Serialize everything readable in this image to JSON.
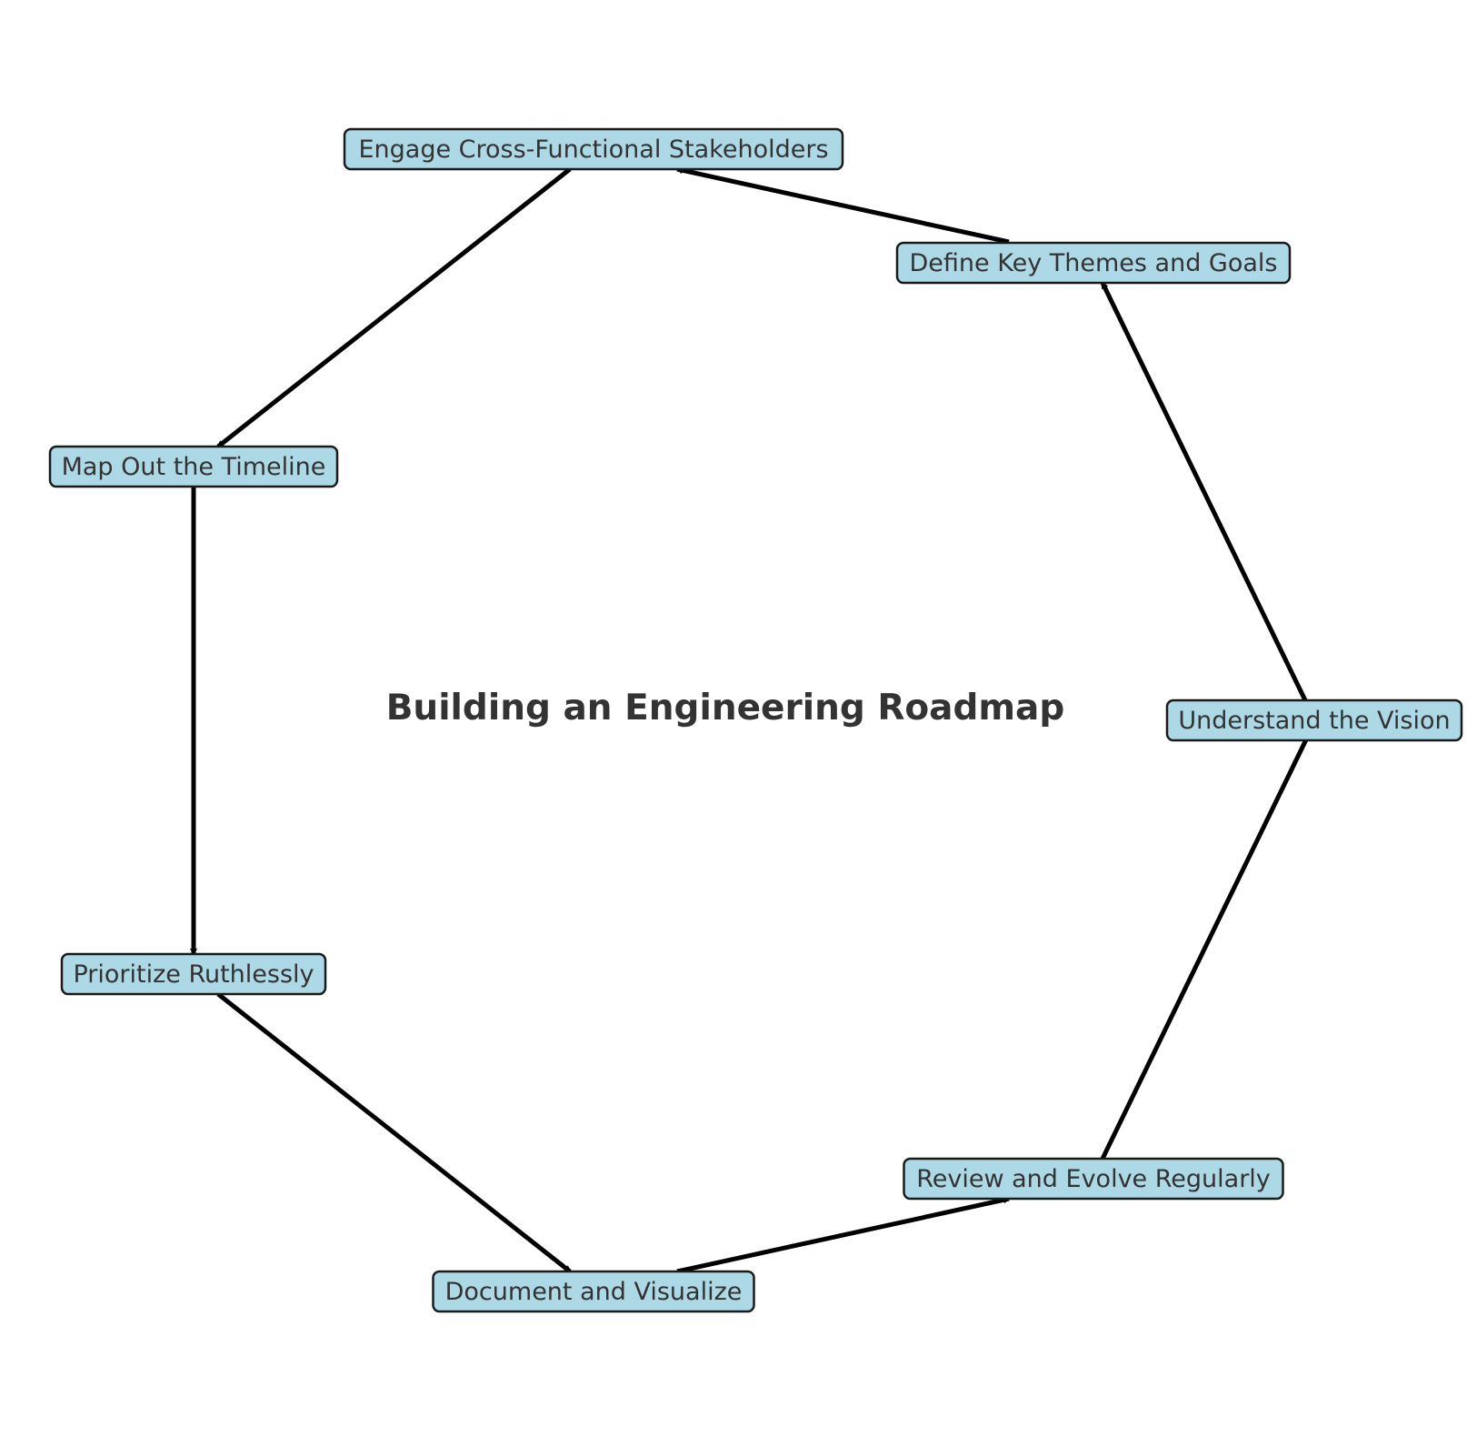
{
  "title": "Building an Engineering Roadmap",
  "colors": {
    "node_fill": "#add8e6",
    "node_border": "#1a1a1a",
    "text": "#333333",
    "edge": "#000000"
  },
  "nodes": [
    {
      "id": "vision",
      "label": "Understand the Vision"
    },
    {
      "id": "themes",
      "label": "Define Key Themes and Goals"
    },
    {
      "id": "stakeholders",
      "label": "Engage Cross-Functional Stakeholders"
    },
    {
      "id": "timeline",
      "label": "Map Out the Timeline"
    },
    {
      "id": "prioritize",
      "label": "Prioritize Ruthlessly"
    },
    {
      "id": "document",
      "label": "Document and Visualize"
    },
    {
      "id": "review",
      "label": "Review and Evolve Regularly"
    }
  ],
  "edges": [
    {
      "from": "vision",
      "to": "themes"
    },
    {
      "from": "themes",
      "to": "stakeholders"
    },
    {
      "from": "stakeholders",
      "to": "timeline"
    },
    {
      "from": "timeline",
      "to": "prioritize"
    },
    {
      "from": "prioritize",
      "to": "document"
    },
    {
      "from": "document",
      "to": "review"
    },
    {
      "from": "review",
      "to": "vision"
    }
  ]
}
